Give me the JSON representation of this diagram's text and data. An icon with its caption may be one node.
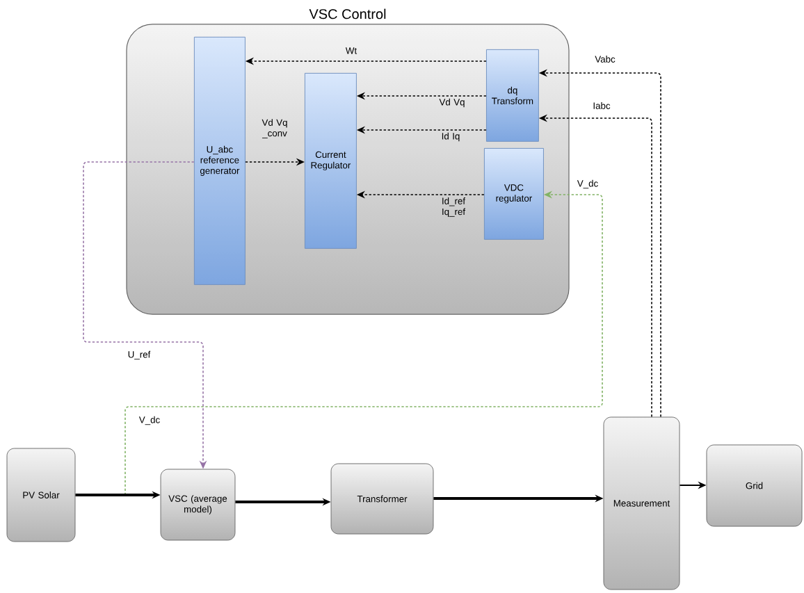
{
  "diagram": {
    "nodes": [
      {
        "text": [
          "VSC Control"
        ]
      },
      {
        "text": [
          "U_abc reference generator"
        ],
        "in": 0
      },
      {
        "text": [
          "Current Regulator"
        ],
        "in": 0
      },
      {
        "text": [
          "dq Transform"
        ],
        "in": 0
      },
      {
        "text": [
          "VDC regulator"
        ],
        "in": 0
      },
      {
        "text": [
          "PV Solar"
        ]
      },
      {
        "text": [
          "VSC (average model)"
        ]
      },
      {
        "text": [
          "Transformer"
        ]
      },
      {
        "text": [
          "Measurement"
        ]
      },
      {
        "text": [
          "Grid"
        ]
      }
    ],
    "edges": [
      {
        "from": 3,
        "to": 1,
        "arrow": "to",
        "label": "Wt",
        "style": "dashed"
      },
      {
        "from": 3,
        "to": 2,
        "arrow": "to",
        "label": "Vd Vq",
        "style": "dashed"
      },
      {
        "from": 3,
        "to": 2,
        "arrow": "to",
        "label": "Id Iq",
        "style": "dashed"
      },
      {
        "from": 1,
        "to": 2,
        "arrow": "to",
        "label": "Vd Vq _conv",
        "style": "dashed"
      },
      {
        "from": 4,
        "to": 2,
        "arrow": "to",
        "label": "Id_ref Iq_ref",
        "style": "dashed"
      },
      {
        "from": 8,
        "to": 3,
        "arrow": "to",
        "label": "Vabc",
        "style": "dashed"
      },
      {
        "from": 8,
        "to": 3,
        "arrow": "to",
        "label": "Iabc",
        "style": "dashed"
      },
      {
        "from": null,
        "to": 4,
        "arrow": "to",
        "label": "V_dc",
        "style": "dashed",
        "color": "#82b366"
      },
      {
        "from": 1,
        "to": 6,
        "arrow": "to",
        "label": "U_ref",
        "style": "dashed",
        "color": "#9673a6"
      },
      {
        "from": 5,
        "to": 6,
        "arrow": "to",
        "style": "thick"
      },
      {
        "from": 6,
        "to": 7,
        "arrow": "to",
        "style": "thick"
      },
      {
        "from": 7,
        "to": 8,
        "arrow": "to",
        "style": "thick"
      },
      {
        "from": 8,
        "to": 9,
        "arrow": "to"
      }
    ],
    "labels": [
      "V_dc"
    ]
  }
}
